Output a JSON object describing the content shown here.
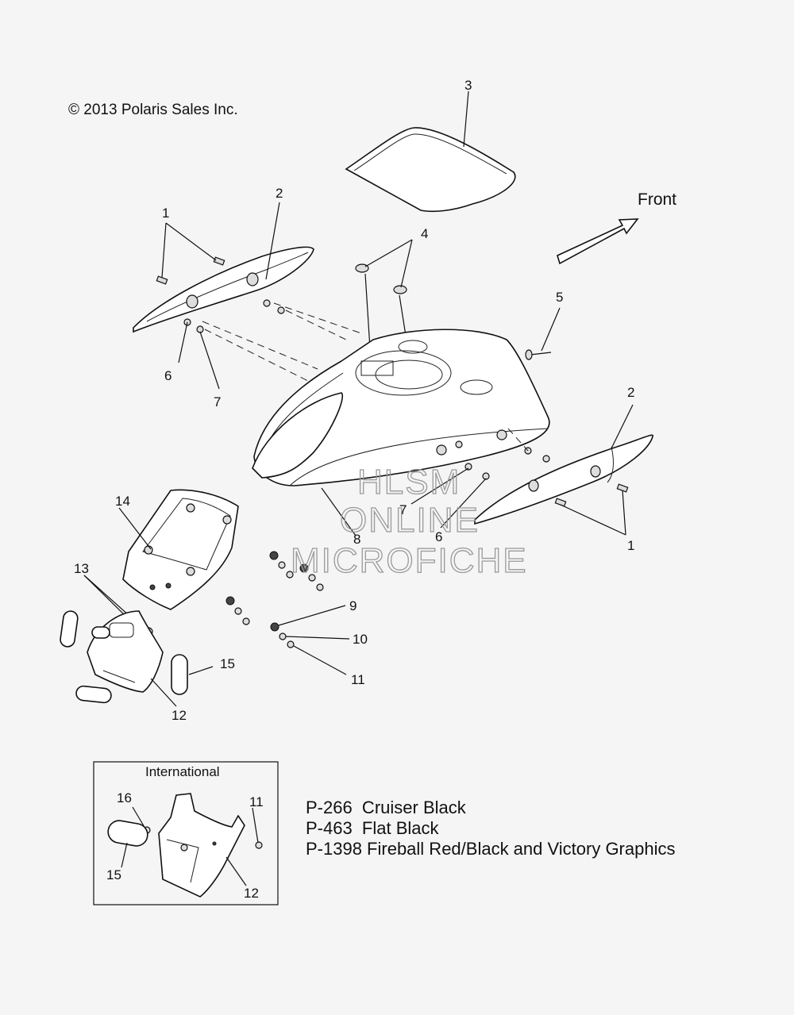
{
  "copyright": "© 2013 Polaris Sales Inc.",
  "direction_label": "Front",
  "callouts": {
    "c1a": "1",
    "c1b": "1",
    "c2a": "2",
    "c2b": "2",
    "c3": "3",
    "c4": "4",
    "c5": "5",
    "c6a": "6",
    "c6b": "6",
    "c7a": "7",
    "c7b": "7",
    "c8": "8",
    "c9": "9",
    "c10": "10",
    "c11": "11",
    "c12": "12",
    "c13": "13",
    "c14": "14",
    "c15": "15"
  },
  "inset": {
    "title": "International",
    "callouts": {
      "c16": "16",
      "c11": "11",
      "c15": "15",
      "c12": "12"
    }
  },
  "paint_codes": [
    "P-266  Cruiser Black",
    "P-463  Flat Black",
    "P-1398 Fireball Red/Black and Victory Graphics"
  ],
  "watermark": [
    "HLSM",
    "ONLINE",
    "MICROFICHE"
  ]
}
